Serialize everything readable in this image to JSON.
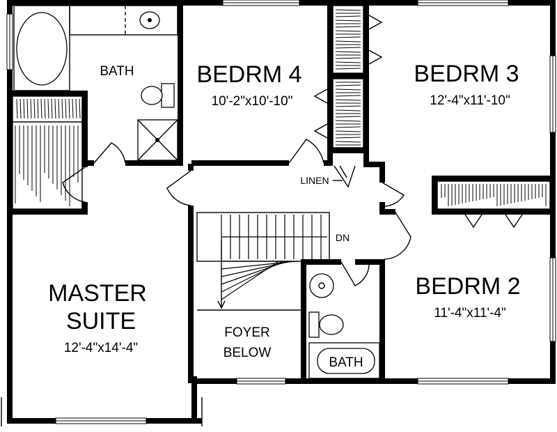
{
  "colors": {
    "ink": "#000000",
    "paper": "#ffffff"
  },
  "rooms": {
    "bedroom4": {
      "name": "BEDRM 4",
      "size": "10'-2\"x10'-10\""
    },
    "bedroom3": {
      "name": "BEDRM 3",
      "size": "12'-4\"x11'-10\""
    },
    "bedroom2": {
      "name": "BEDRM 2",
      "size": "11'-4\"x11'-4\""
    },
    "master": {
      "name_line1": "MASTER",
      "name_line2": "SUITE",
      "size": "12'-4\"x14'-4\""
    },
    "master_bath": {
      "name": "BATH"
    },
    "hall_bath": {
      "name": "BATH"
    },
    "foyer": {
      "line1": "FOYER",
      "line2": "BELOW"
    }
  },
  "labels": {
    "linen": "LINEN",
    "stairs_down": "DN"
  }
}
